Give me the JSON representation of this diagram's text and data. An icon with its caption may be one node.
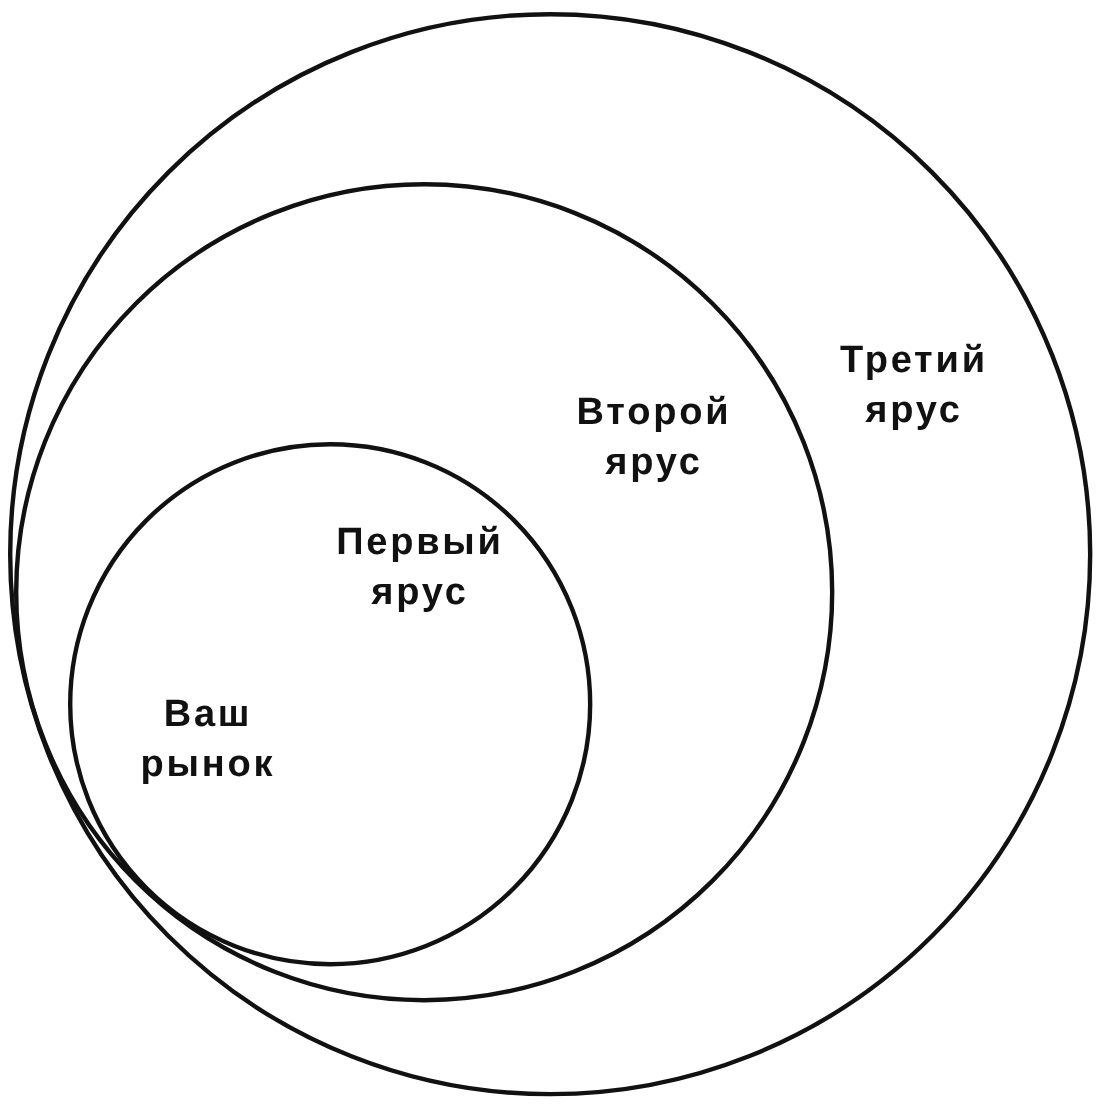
{
  "diagram": {
    "nodes": [
      {
        "text": [
          "Третий ярус"
        ]
      },
      {
        "text": [
          "Второй ярус"
        ],
        "in": 0
      },
      {
        "text": [
          "Первый ярус"
        ],
        "in": 1
      }
    ],
    "labels": [
      "Ваш рынок"
    ]
  }
}
